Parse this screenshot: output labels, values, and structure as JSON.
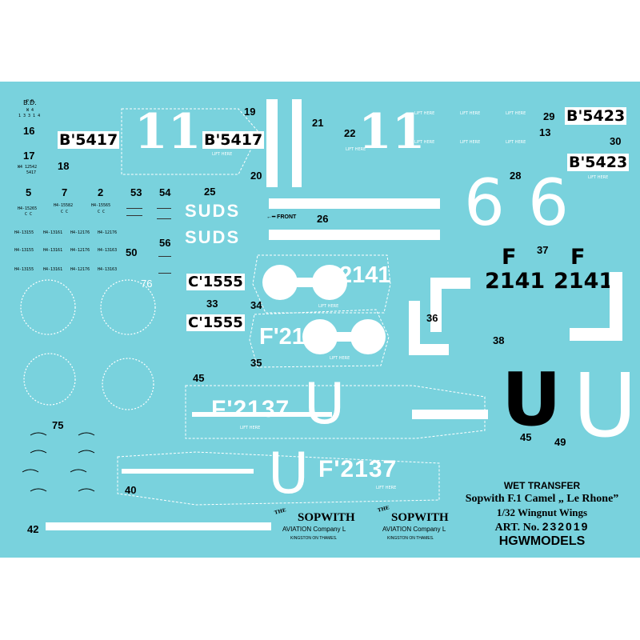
{
  "labels": {
    "n16": "16",
    "n17": "17",
    "n18": "18",
    "n5": "5",
    "n7": "7",
    "n2": "2",
    "n53": "53",
    "n54": "54",
    "n25": "25",
    "n50": "50",
    "n56": "56",
    "n33": "33",
    "n34": "34",
    "n35": "35",
    "n19": "19",
    "n20": "20",
    "n21": "21",
    "n22": "22",
    "n29": "29",
    "n13": "13",
    "n30": "30",
    "n28": "28",
    "n26": "26",
    "n37": "37",
    "n36": "36",
    "n38": "38",
    "n45a": "45",
    "n45b": "45",
    "n49": "49",
    "n75": "75",
    "n76": "76",
    "n40": "40",
    "n42": "42"
  },
  "serials": {
    "b5417_left": "B'5417",
    "b5417_right": "B'5417",
    "b5423_top": "B'5423",
    "b5423_bottom": "B'5423",
    "c1555_top": "C'1555",
    "c1555_bottom": "C'1555",
    "n2141_white": "2141",
    "f214_white": "F'214",
    "f2141_a_letter": "F",
    "f2141_a_num": "2141",
    "f2141_b_letter": "F",
    "f2141_b_num": "2141",
    "f2137_top": "F'2137",
    "f2137_bottom": "F'2137"
  },
  "markings": {
    "eleven_left": "11",
    "eleven_right": "11",
    "six_left": "6",
    "six_right": "6",
    "u_black": "U",
    "u_white": "U",
    "u_top": "U",
    "u_bottom": "U",
    "suds_top": "SUDS",
    "suds_bottom": "SUDS",
    "front": "FRONT",
    "lift_here": "LIFT HERE"
  },
  "stencils": {
    "pd": "P.D.",
    "bd": "B.D.",
    "w4": "W 4",
    "w4_num": "1 3 3 1 4",
    "w4_12542": "W4 12542",
    "n5417": "5417",
    "h4_15265": "H4-15265",
    "h4_15582": "H4-15582",
    "h4_15565": "H4-15565",
    "cc": "C C",
    "h4_13155": "H4-13155",
    "h4_13161": "H4-13161",
    "h4_12176": "H4-12176",
    "h4_13163": "H4-13163"
  },
  "title": {
    "line1": "WET TRANSFER",
    "line2": "Sopwith F.1 Camel  „ Le Rhone”",
    "line3": "1/32  Wingnut  Wings",
    "line4_prefix": "ART. No.",
    "line4_num": "232019",
    "line5": "HGWMODELS"
  },
  "logos": {
    "the": "THE",
    "sopwith": "SOPWITH",
    "aviation": "AVIATION Company L",
    "kingston": "KINGSTON  ON  THAMES."
  },
  "colors": {
    "sheet": "#79d2dd",
    "decal_white": "#ffffff",
    "decal_black": "#000000"
  }
}
